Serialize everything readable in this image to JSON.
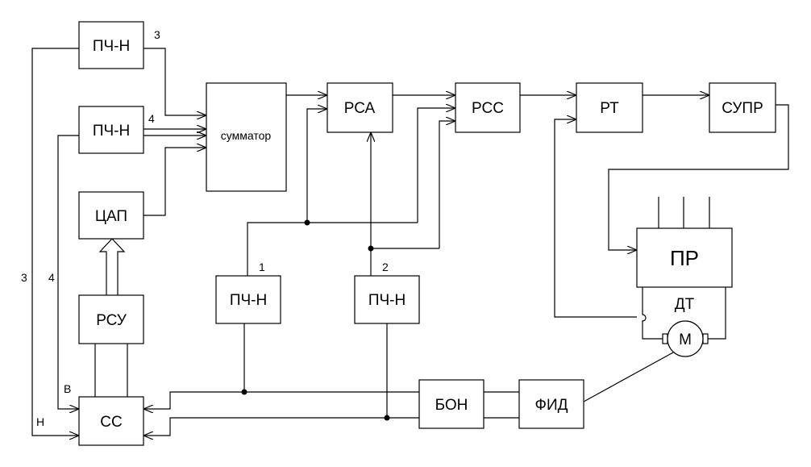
{
  "blocks": {
    "pchn3": "ПЧ-Н",
    "pchn4": "ПЧ-Н",
    "cap": "ЦАП",
    "rsu": "РСУ",
    "ss": "СС",
    "summator": "сумматор",
    "rsa": "РСА",
    "rss": "РСС",
    "rt": "РТ",
    "supr": "СУПР",
    "pr": "ПР",
    "dt": "ДТ",
    "motor": "М",
    "pchn1": "ПЧ-Н",
    "pchn2": "ПЧ-Н",
    "bon": "БОН",
    "fid": "ФИД"
  },
  "labels": {
    "n3_top": "3",
    "n4_top": "4",
    "n3_left": "3",
    "n4_left": "4",
    "n1": "1",
    "n2": "2",
    "v": "В",
    "n": "Н"
  }
}
